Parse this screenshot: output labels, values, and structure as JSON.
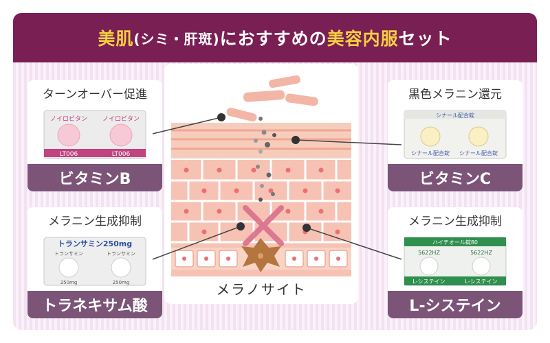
{
  "header": {
    "title_part1": "美肌",
    "title_paren": "(シミ・肝斑)",
    "title_part2": "におすすめの",
    "title_highlight": "美容内服",
    "title_part3": "セット"
  },
  "cards": {
    "vitamin_b": {
      "caption": "ターンオーバー促進",
      "name": "ビタミンB",
      "pack_brand": "ノイロビタン",
      "pack_code": "LT006"
    },
    "vitamin_c": {
      "caption": "黒色メラニン還元",
      "name": "ビタミンC",
      "pack_brand": "シナール配合錠"
    },
    "tranexamic": {
      "caption": "メラニン生成抑制",
      "name": "トラネキサム酸",
      "pack_brand": "トランサミン250mg",
      "pack_sub": "トランサミン",
      "pack_dose": "250mg"
    },
    "cysteine": {
      "caption": "メラニン生成抑制",
      "name": "L-システイン",
      "pack_brand": "ハイチオール錠80",
      "pack_code": "5622HZ",
      "pack_name": "L-システイン"
    }
  },
  "diagram": {
    "label": "メラノサイト"
  },
  "colors": {
    "header_bg": "#7a1f53",
    "highlight": "#f5cf42",
    "card_band": "#7b5478",
    "skin": "#f6c2b4",
    "cross": "#d9708b",
    "melanocyte": "#b5753f"
  }
}
